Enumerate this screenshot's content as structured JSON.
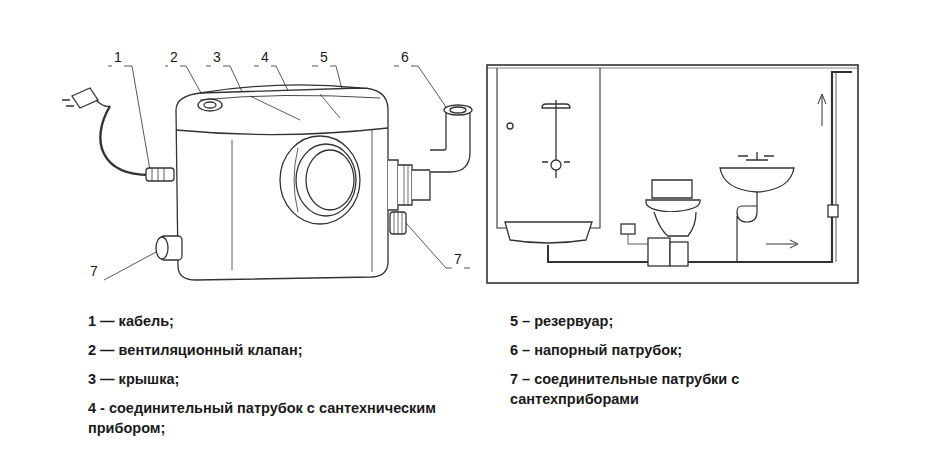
{
  "diagram": {
    "labels": [
      "1",
      "2",
      "3",
      "4",
      "5",
      "6",
      "7",
      "7",
      "1 — кабель;",
      "2 — вентиляционный клапан;",
      "3 — крышка;",
      "4 - соединительный патрубок с сантехническим прибором;",
      "5 – резервуар;",
      "6 – напорный патрубок;",
      "7 – соединительные патрубки с сантехприборами"
    ]
  }
}
